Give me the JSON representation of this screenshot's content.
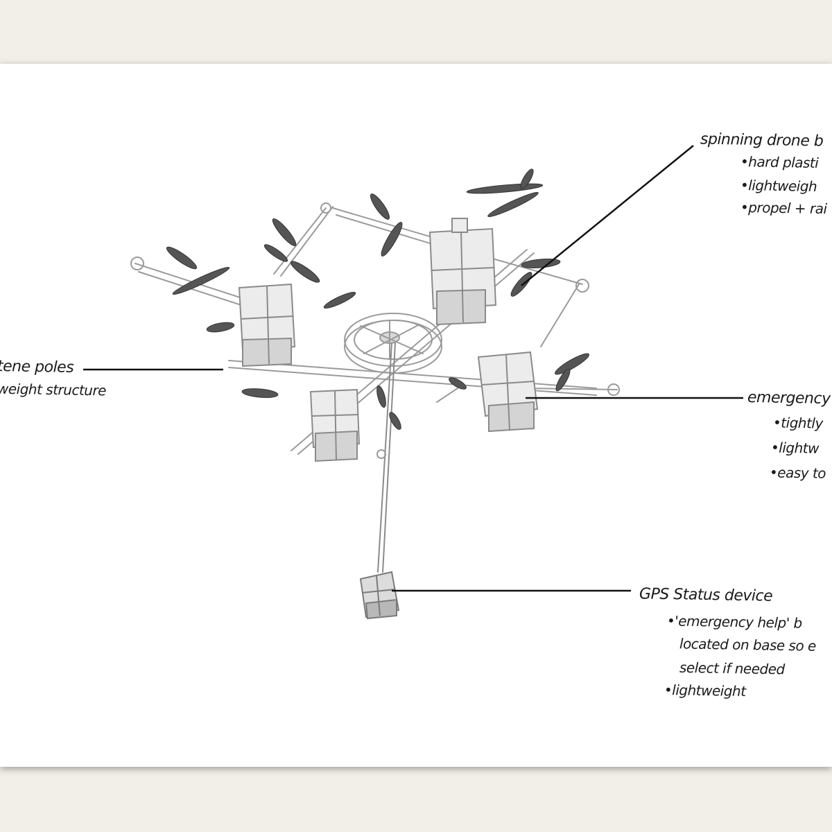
{
  "annotations": {
    "blades": {
      "title": "spinning drone b",
      "bullets": [
        "•hard plasti",
        "•lightweigh",
        "•propel + rai"
      ]
    },
    "poles": {
      "title": "tene poles",
      "bullets": [
        "weight structure"
      ]
    },
    "boxes": {
      "title": "emergency",
      "bullets": [
        "•tightly",
        "•lightw",
        "•easy to"
      ]
    },
    "gps": {
      "title": "GPS Status device",
      "bullets": [
        "•'emergency help' b",
        "located on base so e",
        "select if needed",
        "•lightweight"
      ]
    }
  }
}
